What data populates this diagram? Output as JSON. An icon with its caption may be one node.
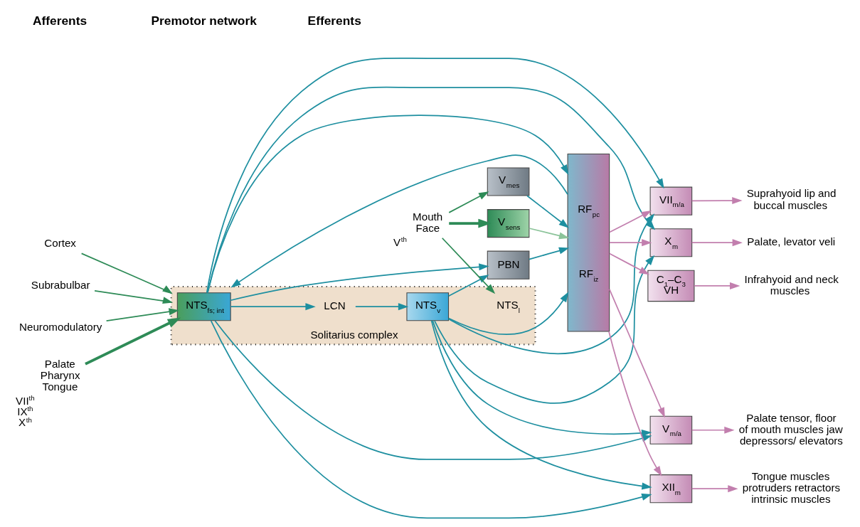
{
  "diagram": {
    "nodes": [
      {
        "text": [
          "Solitarius complex"
        ]
      },
      {
        "text": [
          "NTS$_{fs; int}$"
        ],
        "in": 0
      },
      {
        "text": [
          "NTS$_{l}$"
        ],
        "in": 0
      },
      {
        "text": [
          "NTS$_{v}$"
        ],
        "in": 0
      },
      {
        "text": [
          "LCN"
        ],
        "in": 0
      },
      {
        "text": [
          "V$_{sens}$"
        ]
      },
      {
        "text": [
          "V$_{mes}$"
        ]
      },
      {
        "text": [
          "PBN"
        ]
      },
      {
        "text": [
          "RF$_{pc}$",
          "RF$_{iz}$"
        ]
      },
      {
        "text": [
          "V$_{m/a}$"
        ]
      },
      {
        "text": [
          "VII$_{m/a}$"
        ]
      },
      {
        "text": [
          "XII$_{m}$"
        ]
      },
      {
        "text": [
          "X$_{m}$"
        ]
      },
      {
        "text": [
          "C$_{1}$–C$_{3}$ VH"
        ]
      },
      {
        "text": [
          "Cortex"
        ]
      },
      {
        "text": [
          "Subrabulbar"
        ]
      },
      {
        "text": [
          "Neuromodulatory"
        ]
      },
      {
        "text": [
          "Mouth Face"
        ],
        "beside": [
          "V$^{th}$"
        ]
      },
      {
        "text": [
          "Palate Pharynx Tongue"
        ],
        "beside": [
          "VII$^{th}$ IX$^{th}$ X$^{th}$"
        ]
      },
      {
        "text": [
          "Palate tensor, floor of mouth muscles jaw depressors/ elevators"
        ]
      },
      {
        "text": [
          "Suprahyoid lip and buccal muscles"
        ]
      },
      {
        "text": [
          "Tongue muscles protruders retractors intrinsic muscles"
        ]
      },
      {
        "text": [
          "Palate, levator veli"
        ]
      },
      {
        "text": [
          "Infrahyoid and neck muscles"
        ]
      }
    ],
    "edges": [
      {
        "from": 17,
        "to": 5,
        "arrow": "to",
        "style": "thick",
        "color": "#2e8b57"
      },
      {
        "from": 17,
        "to": 6,
        "arrow": "to",
        "color": "#2e8b57"
      },
      {
        "from": 17,
        "to": 2,
        "arrow": "to",
        "color": "#2e8b57"
      },
      {
        "from": 18,
        "to": 1,
        "arrow": "to",
        "style": "thick",
        "color": "#2e8b57"
      },
      {
        "from": 14,
        "to": 0,
        "arrow": "to",
        "color": "#2e8b57"
      },
      {
        "from": 15,
        "to": 0,
        "arrow": "to",
        "color": "#2e8b57"
      },
      {
        "from": 16,
        "to": 1,
        "arrow": "to",
        "color": "#2e8b57"
      },
      {
        "from": 5,
        "to": 8,
        "arrow": "to",
        "color": "#8cc49a"
      },
      {
        "from": 1,
        "to": 4,
        "arrow": "to"
      },
      {
        "from": 4,
        "to": 3,
        "arrow": "to"
      },
      {
        "from": 1,
        "to": 7,
        "arrow": "to"
      },
      {
        "from": 3,
        "to": 7,
        "arrow": "to"
      },
      {
        "from": 1,
        "to": 8,
        "arrow": "to"
      },
      {
        "from": 3,
        "to": 8,
        "arrow": "to"
      },
      {
        "from": 1,
        "to": 9,
        "arrow": "to"
      },
      {
        "from": 3,
        "to": 9,
        "arrow": "to"
      },
      {
        "from": 1,
        "to": 10,
        "arrow": "to"
      },
      {
        "from": 3,
        "to": 10,
        "arrow": "to"
      },
      {
        "from": 1,
        "to": 11,
        "arrow": "to"
      },
      {
        "from": 3,
        "to": 11,
        "arrow": "to"
      },
      {
        "from": 1,
        "to": 12,
        "arrow": "to"
      },
      {
        "from": 3,
        "to": 12,
        "arrow": "to"
      },
      {
        "from": 6,
        "to": 8,
        "arrow": "to"
      },
      {
        "from": 7,
        "to": 8,
        "arrow": "to"
      },
      {
        "from": 8,
        "to": 0,
        "arrow": "to"
      },
      {
        "from": 8,
        "to": 9,
        "arrow": "to",
        "color": "#c27fae"
      },
      {
        "from": 8,
        "to": 10,
        "arrow": "to",
        "color": "#c27fae"
      },
      {
        "from": 8,
        "to": 11,
        "arrow": "to",
        "color": "#c27fae"
      },
      {
        "from": 8,
        "to": 12,
        "arrow": "to",
        "color": "#c27fae"
      },
      {
        "from": 8,
        "to": 13,
        "arrow": "to",
        "color": "#c27fae"
      },
      {
        "from": 9,
        "to": 19,
        "arrow": "to",
        "color": "#c27fae"
      },
      {
        "from": 10,
        "to": 20,
        "arrow": "to",
        "color": "#c27fae"
      },
      {
        "from": 11,
        "to": 21,
        "arrow": "to",
        "color": "#c27fae"
      },
      {
        "from": 12,
        "to": 22,
        "arrow": "to",
        "color": "#c27fae"
      },
      {
        "from": 13,
        "to": 23,
        "arrow": "to",
        "color": "#c27fae"
      }
    ],
    "labels": [
      "Afferents",
      "Premotor network",
      "Efferents"
    ]
  }
}
